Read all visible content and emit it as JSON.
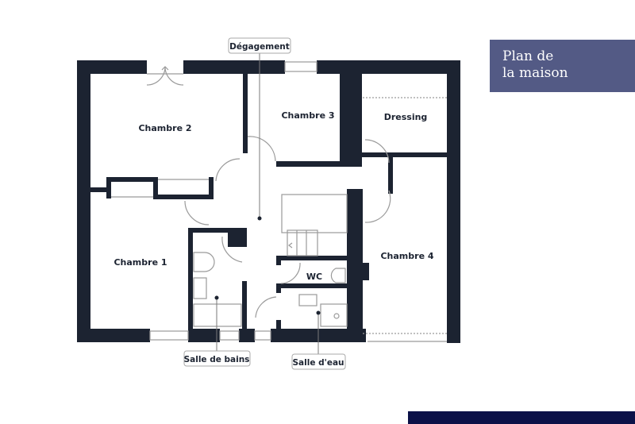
{
  "title": {
    "line1": "Plan de",
    "line2": "la maison",
    "background": "#535a85"
  },
  "colors": {
    "wall": "#1c2331",
    "fixture": "#9a9a9a",
    "footer_bar": "#0b1148"
  },
  "rooms": [
    {
      "id": "chambre-2",
      "label": "Chambre 2"
    },
    {
      "id": "chambre-3",
      "label": "Chambre 3"
    },
    {
      "id": "dressing",
      "label": "Dressing"
    },
    {
      "id": "chambre-1",
      "label": "Chambre 1"
    },
    {
      "id": "chambre-4",
      "label": "Chambre 4"
    },
    {
      "id": "wc",
      "label": "WC"
    }
  ],
  "callouts": [
    {
      "id": "degagement",
      "label": "Dégagement"
    },
    {
      "id": "salle-de-bains",
      "label": "Salle de bains"
    },
    {
      "id": "salle-deau",
      "label": "Salle d'eau"
    }
  ]
}
